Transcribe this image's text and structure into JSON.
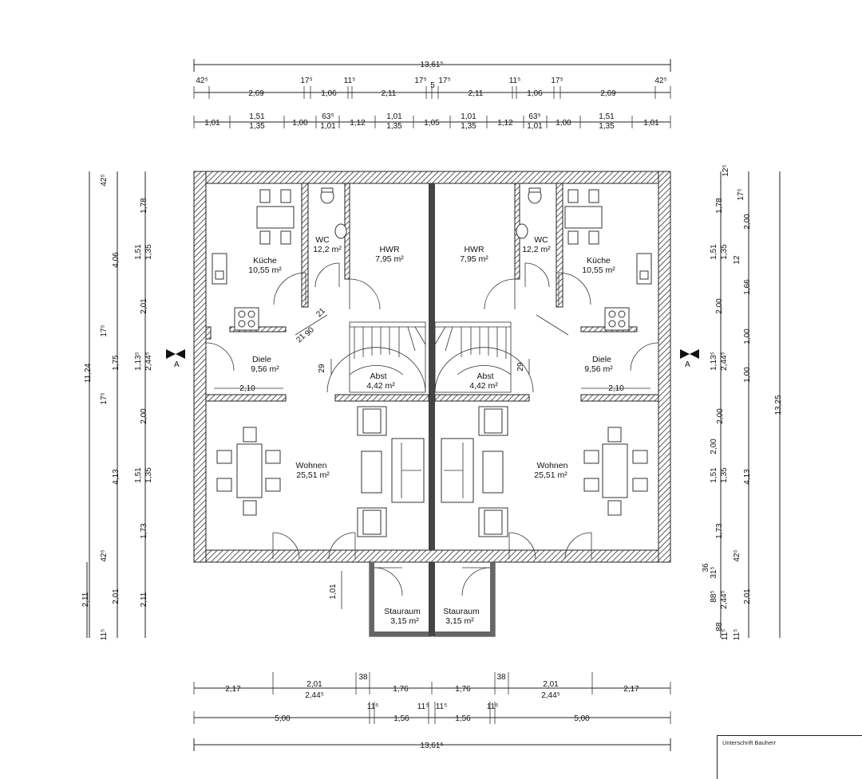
{
  "rooms": {
    "kueche_left": {
      "name": "Küche",
      "area": "10,55 m²"
    },
    "wc_left": {
      "name": "WC",
      "area": "12,2 m²"
    },
    "hwr_left": {
      "name": "HWR",
      "area": "7,95 m²"
    },
    "diele_left": {
      "name": "Diele",
      "area": "9,56 m²"
    },
    "abst_left": {
      "name": "Abst",
      "area": "4,42 m²"
    },
    "wohnen_left": {
      "name": "Wohnen",
      "area": "25,51 m²"
    },
    "stauraum_left": {
      "name": "Stauraum",
      "area": "3,15 m²"
    },
    "kueche_right": {
      "name": "Küche",
      "area": "10,55 m²"
    },
    "wc_right": {
      "name": "WC",
      "area": "12,2 m²"
    },
    "hwr_right": {
      "name": "HWR",
      "area": "7,95 m²"
    },
    "diele_right": {
      "name": "Diele",
      "area": "9,56 m²"
    },
    "abst_right": {
      "name": "Abst",
      "area": "4,42 m²"
    },
    "wohnen_right": {
      "name": "Wohnen",
      "area": "25,51 m²"
    },
    "stauraum_right": {
      "name": "Stauraum",
      "area": "3,15 m²"
    }
  },
  "dimensions": {
    "top_total": "13,61⁵",
    "top_row2": [
      "42⁵",
      "2,69",
      "17⁵",
      "1,06",
      "11⁵",
      "2,11",
      "17⁵",
      "5",
      "17⁵",
      "2,11",
      "11⁵",
      "1,06",
      "17⁵",
      "2,69",
      "42⁵"
    ],
    "top_row3": [
      "1,01",
      "1,51",
      "1,35",
      "1,00",
      "63⁵",
      "1,01",
      "1,12",
      "1,01",
      "1,35",
      "1,05",
      "1,01",
      "1,35",
      "1,12",
      "63⁵",
      "1,01",
      "1,00",
      "1,51",
      "1,35",
      "1,01"
    ],
    "bottom_row1": [
      "2,17",
      "2,01",
      "2,44⁵",
      "38",
      "1,76",
      "1,76",
      "38",
      "2,01",
      "2,44⁵",
      "2,17"
    ],
    "bottom_row2": [
      "5,00",
      "11⁵",
      "1,56",
      "11⁵",
      "11⁵",
      "1,56",
      "11⁵",
      "5,00"
    ],
    "bottom_total": "13,61⁵",
    "left_total": "11,24",
    "left_col2": [
      "42⁵",
      "4,06",
      "17⁵",
      "1,75",
      "17⁵",
      "4,13",
      "42⁵",
      "2,01",
      "11⁵"
    ],
    "left_col3": [
      "1,78",
      "1,51",
      "1,35",
      "2,01",
      "1,13⁵",
      "2,44⁵",
      "2,00",
      "1,51",
      "1,35",
      "1,73",
      "2,11"
    ],
    "left_outer": "2,11",
    "right_total": "13,25",
    "right_col2": [
      "2,00",
      "12",
      "1,66",
      "1,00",
      "1,00",
      "2,00",
      "4,13",
      "42⁵",
      "2,01",
      "11⁵"
    ],
    "right_col3": [
      "1,78",
      "1,51",
      "1,35",
      "2,00",
      "1,13⁵",
      "2,44⁵",
      "2,00",
      "1,51",
      "1,35",
      "1,73",
      "88⁵",
      "2,44⁵",
      "88"
    ],
    "right_small": [
      "12⁵",
      "17⁵",
      "31⁵",
      "36",
      "11⁵"
    ],
    "interior": {
      "stair_rise_l": "29",
      "stair_rise_r": "29",
      "diag_a": "21",
      "diag_b": "90",
      "diag_c": "21",
      "diele_w_l": "2,10",
      "diele_w_r": "2,10",
      "stau_depth": "1,01"
    },
    "entry_mark": "A"
  },
  "signature": {
    "label": "Unterschrift Bauherr"
  }
}
